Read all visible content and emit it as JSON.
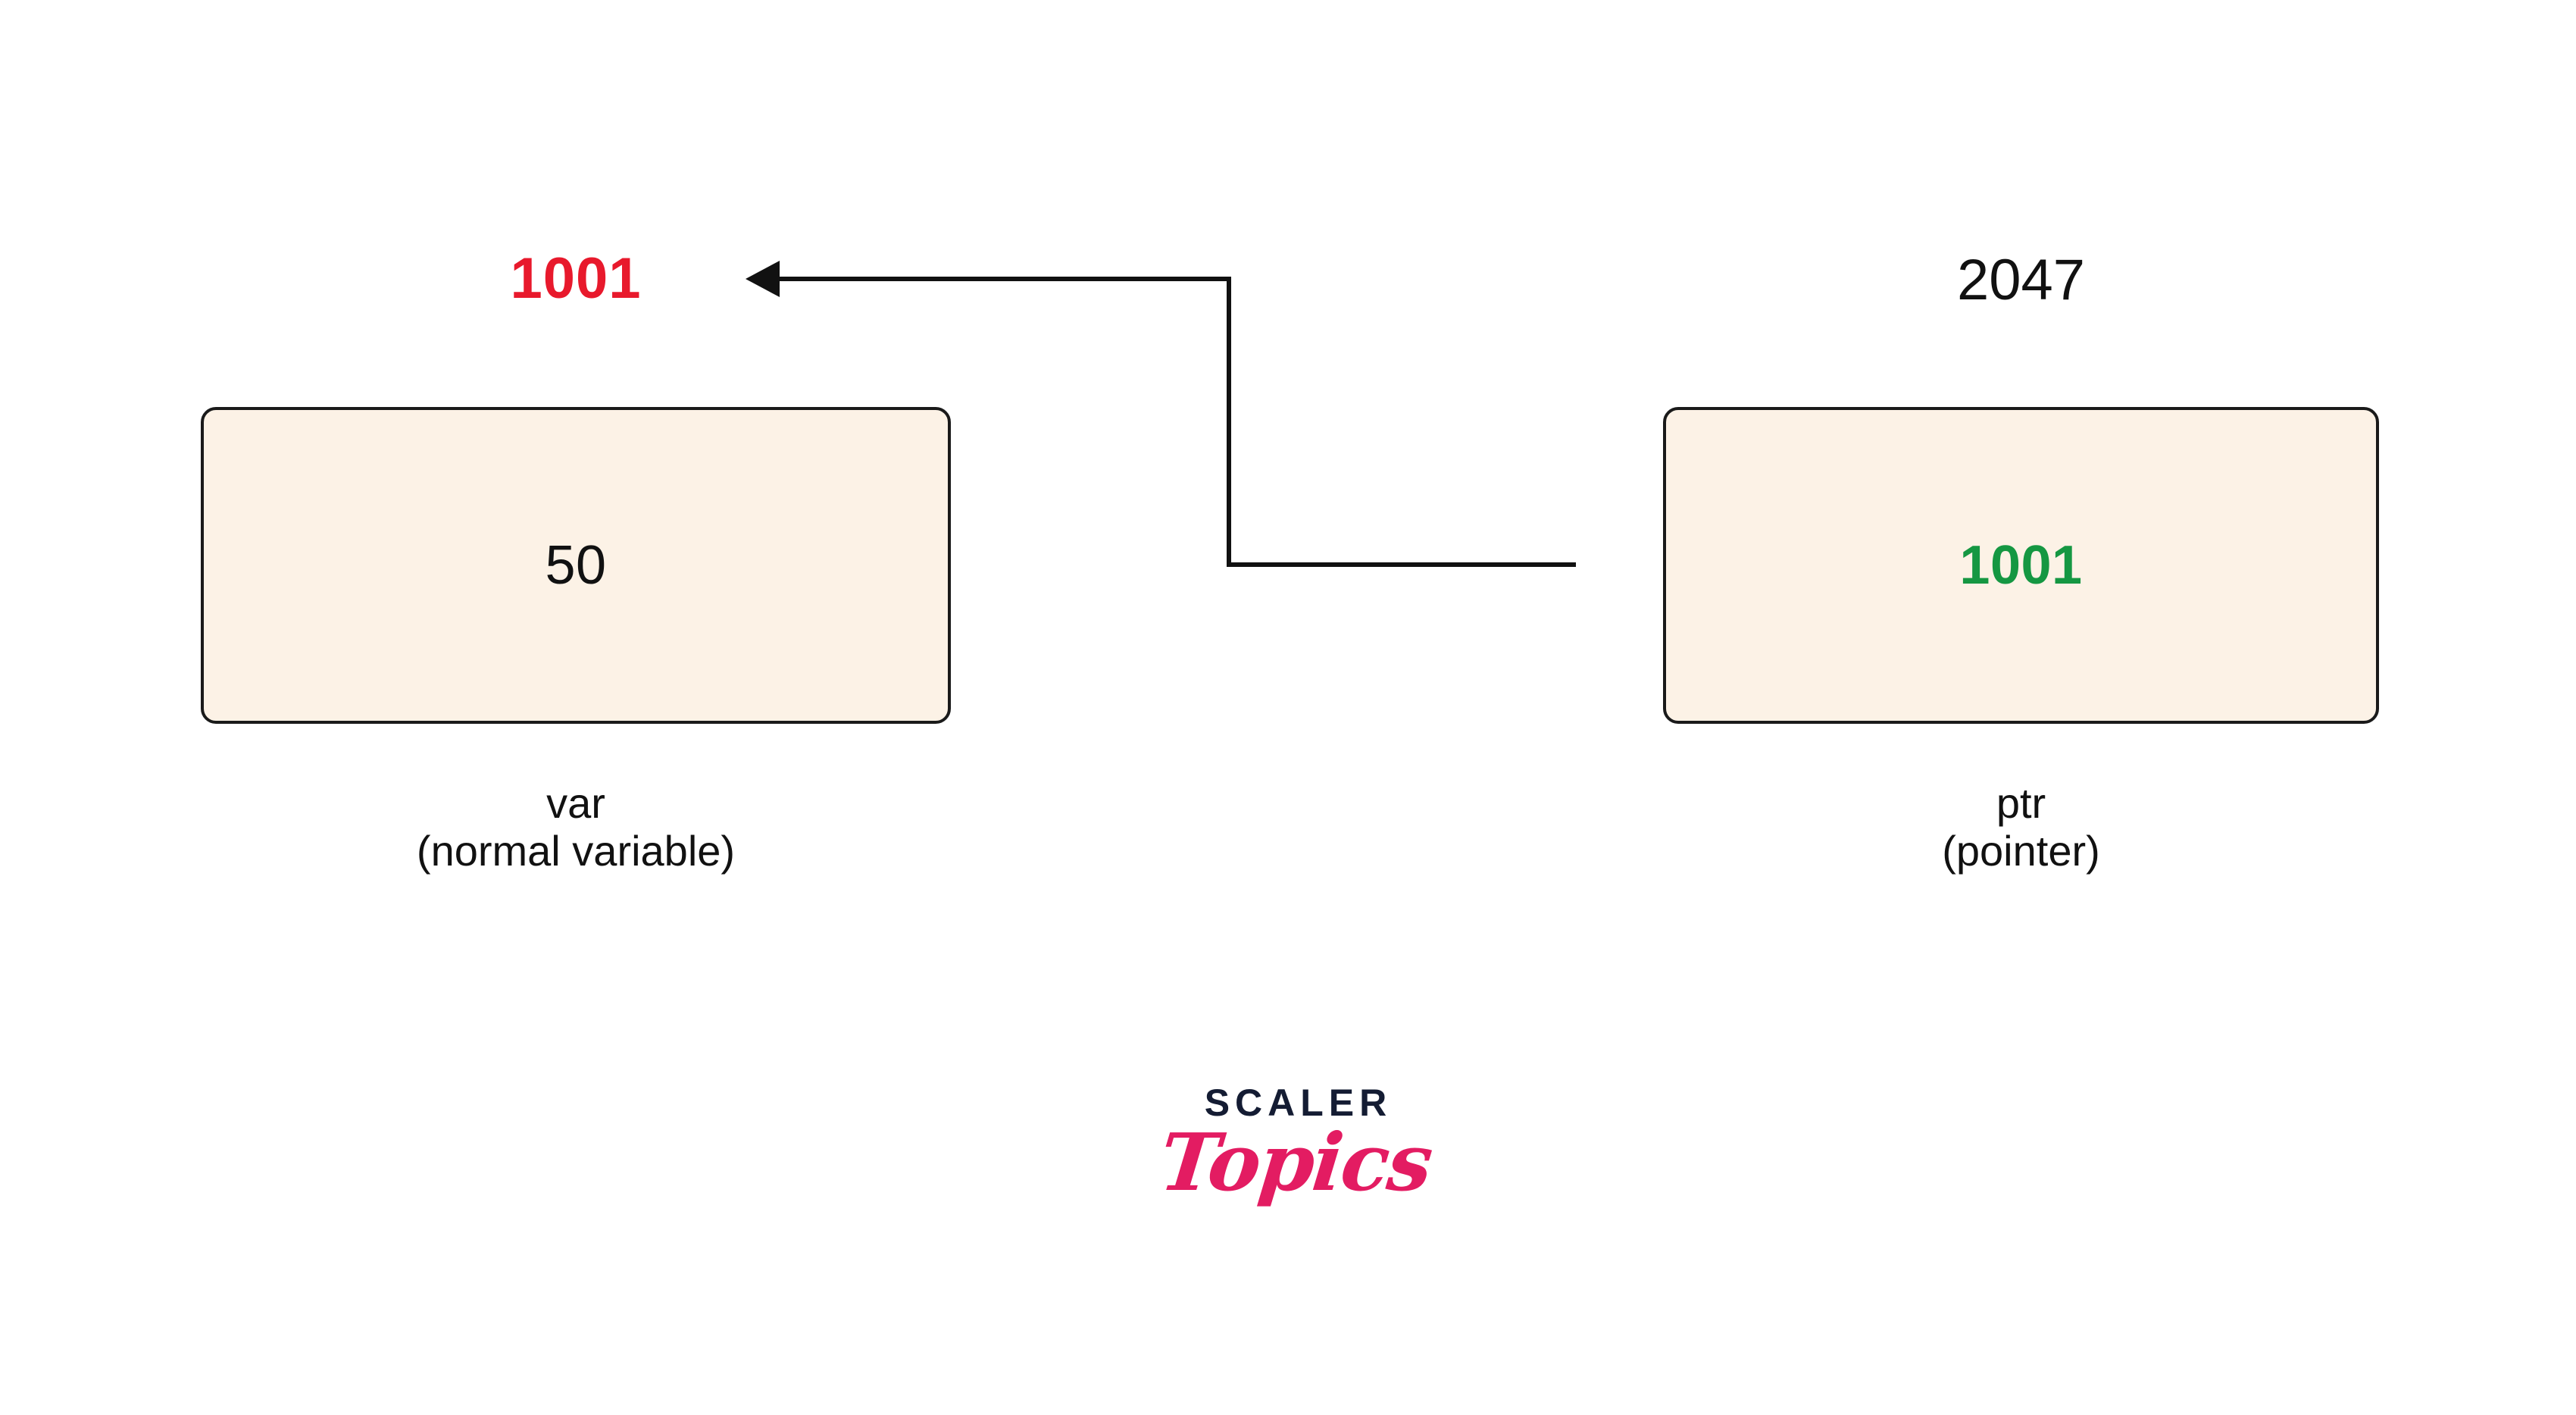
{
  "diagram": {
    "title": "pointer-vs-normal-variable",
    "background": "#ffffff",
    "cell_fill": "#FCF2E6",
    "cell_border": "#1a1a1a",
    "accent_red": "#E8192C",
    "accent_green": "#159742",
    "variable": {
      "address": "1001",
      "value": "50",
      "name": "var",
      "description": "(normal variable)"
    },
    "pointer": {
      "address": "2047",
      "value": "1001",
      "name": "ptr",
      "description": "(pointer)"
    },
    "connector": {
      "label": "points-to-arrow",
      "from": "ptr-cell",
      "to": "var-address"
    }
  },
  "logo": {
    "primary": "SCALER",
    "secondary": "Topics",
    "primary_color": "#141c33",
    "secondary_color": "#E31C62"
  }
}
